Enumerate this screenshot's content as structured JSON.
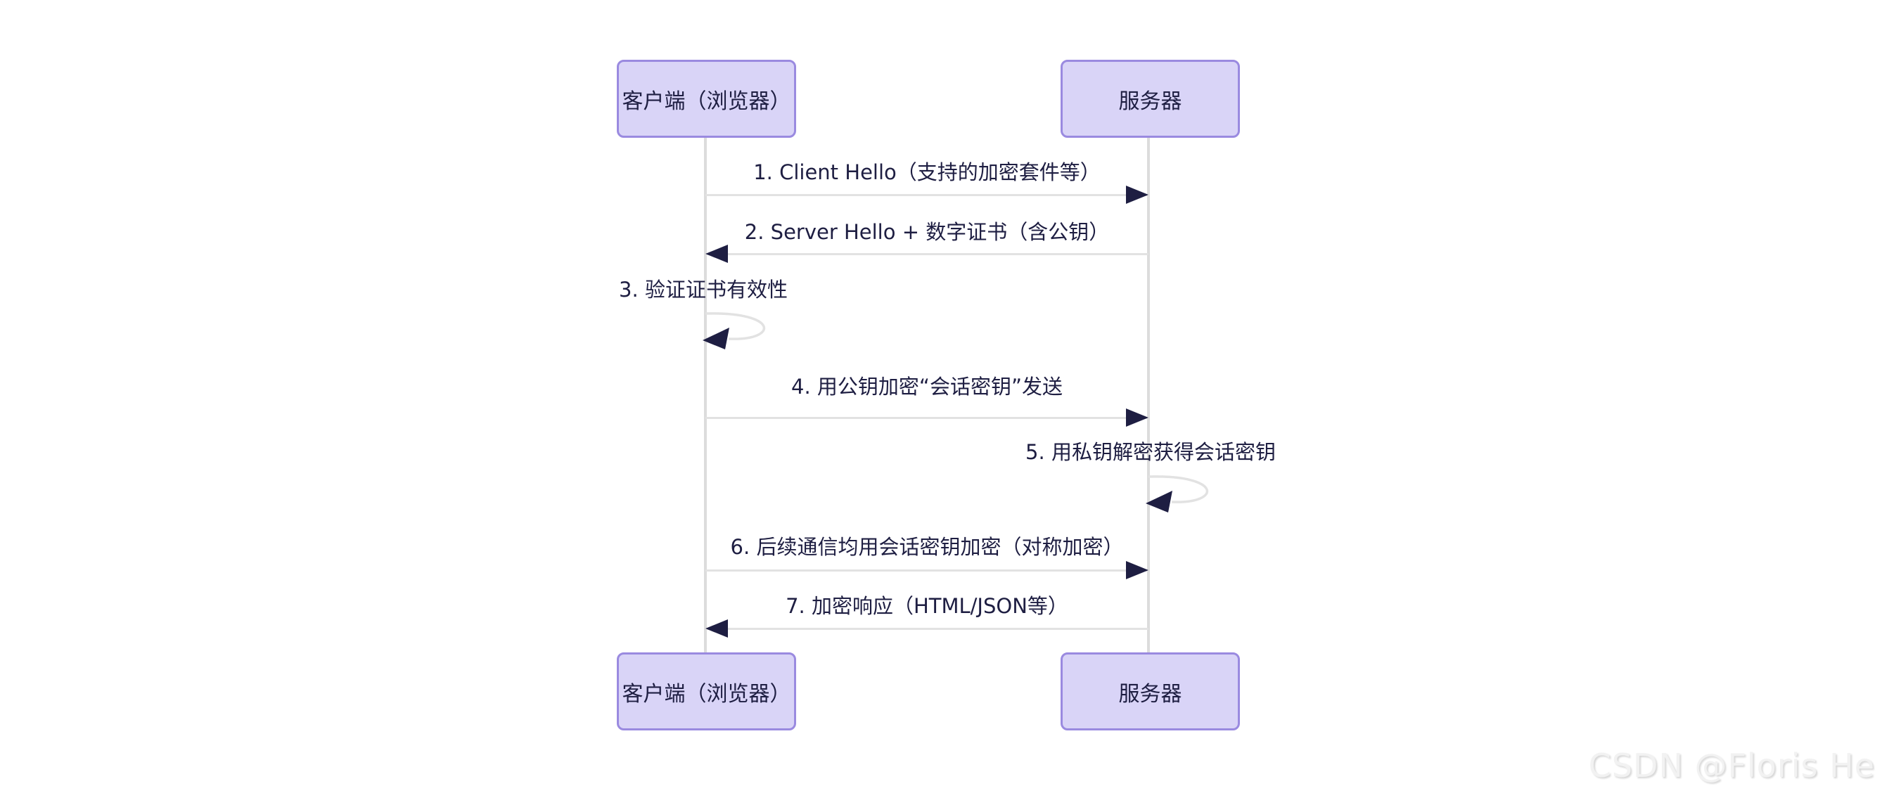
{
  "diagram": {
    "type": "sequence",
    "actors": [
      {
        "id": "client",
        "label": "客户端（浏览器）"
      },
      {
        "id": "server",
        "label": "服务器"
      }
    ],
    "messages": [
      {
        "n": 1,
        "from": "client",
        "to": "server",
        "kind": "arrow-right",
        "label": "1. Client Hello（支持的加密套件等）"
      },
      {
        "n": 2,
        "from": "server",
        "to": "client",
        "kind": "arrow-left",
        "label": "2. Server Hello + 数字证书（含公钥）"
      },
      {
        "n": 3,
        "from": "client",
        "to": "client",
        "kind": "self-loop",
        "label": "3. 验证证书有效性"
      },
      {
        "n": 4,
        "from": "client",
        "to": "server",
        "kind": "arrow-right",
        "label": "4. 用公钥加密“会话密钥”发送"
      },
      {
        "n": 5,
        "from": "server",
        "to": "server",
        "kind": "self-loop",
        "label": "5. 用私钥解密获得会话密钥"
      },
      {
        "n": 6,
        "from": "client",
        "to": "server",
        "kind": "arrow-right",
        "label": "6. 后续通信均用会话密钥加密（对称加密）"
      },
      {
        "n": 7,
        "from": "server",
        "to": "client",
        "kind": "arrow-left",
        "label": "7. 加密响应（HTML/JSON等）"
      }
    ]
  },
  "colors": {
    "background": "#ffffff",
    "actor_fill": "#d9d4f7",
    "actor_border": "#9a8ae0",
    "text": "#1e1e42",
    "line": "#e2e2e2",
    "arrowhead": "#1e1e42",
    "watermark_text": "#f2f2f2"
  },
  "watermark": {
    "text": "CSDN @Floris He"
  }
}
